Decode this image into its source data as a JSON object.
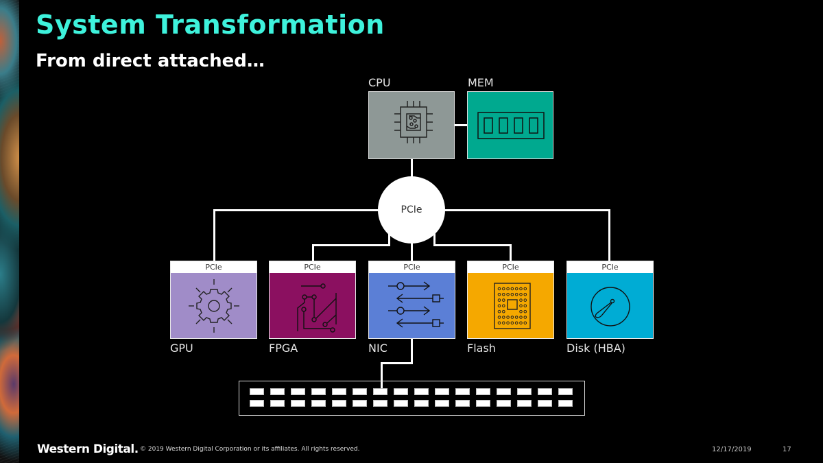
{
  "slide": {
    "title": "System Transformation",
    "subtitle": "From direct attached…"
  },
  "diagram": {
    "cpu": {
      "label": "CPU",
      "color": "#8e9896",
      "icon": "cpu-chip-icon"
    },
    "mem": {
      "label": "MEM",
      "color": "#00a98f",
      "icon": "memory-module-icon"
    },
    "hub": {
      "label": "PCIe"
    },
    "devices": [
      {
        "label": "GPU",
        "header": "PCIe",
        "color": "#a08cc8",
        "icon": "gear-icon"
      },
      {
        "label": "FPGA",
        "header": "PCIe",
        "color": "#8b1060",
        "icon": "circuit-icon"
      },
      {
        "label": "NIC",
        "header": "PCIe",
        "color": "#5b7fd6",
        "icon": "network-arrows-icon"
      },
      {
        "label": "Flash",
        "header": "PCIe",
        "color": "#f5a800",
        "icon": "flash-chip-icon"
      },
      {
        "label": "Disk (HBA)",
        "header": "PCIe",
        "color": "#00acd4",
        "icon": "disk-icon"
      }
    ],
    "switch": {
      "ports_per_row": 16,
      "rows": 2
    }
  },
  "footer": {
    "logo": "Western Digital.",
    "copyright": "© 2019 Western Digital Corporation or its affiliates. All rights reserved.",
    "date": "12/17/2019",
    "page": "17"
  }
}
